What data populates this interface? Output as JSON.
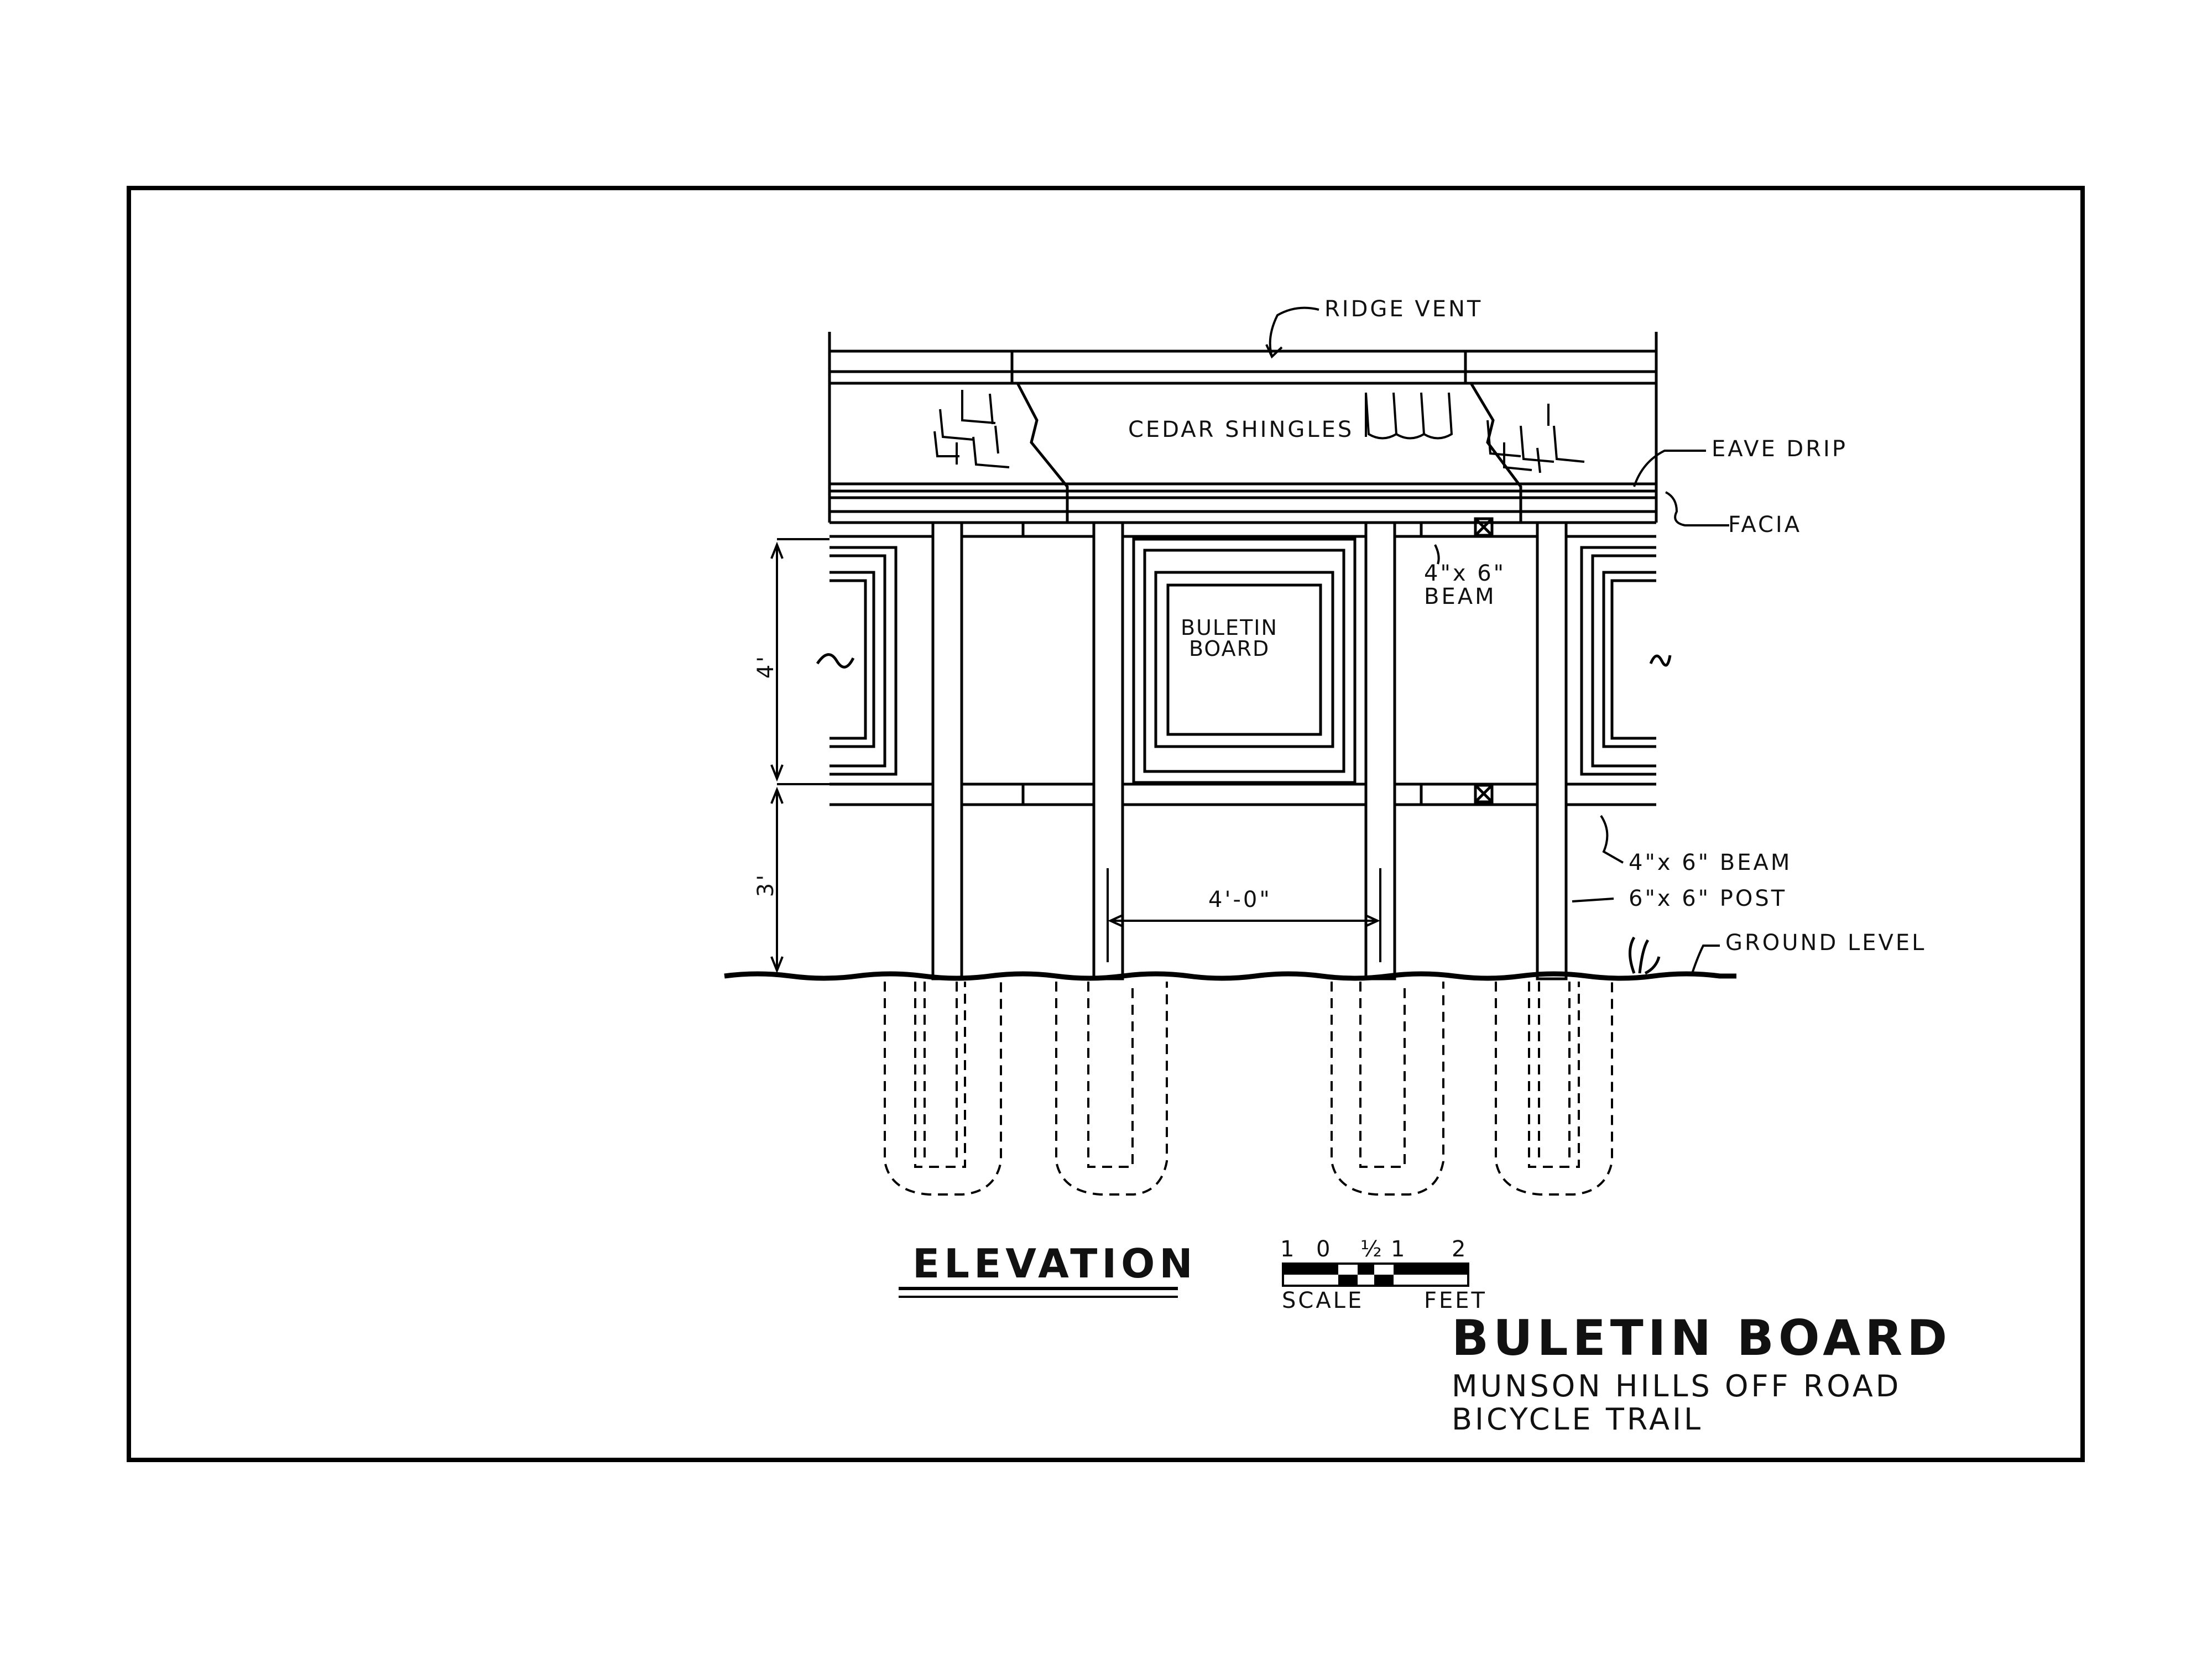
{
  "drawing": {
    "view_title": "ELEVATION",
    "sheet_title": "BULETIN BOARD",
    "subtitle_line1": "MUNSON HILLS OFF ROAD",
    "subtitle_line2": "BICYCLE TRAIL"
  },
  "labels": {
    "ridge_vent": "RIDGE VENT",
    "cedar_shingles": "CEDAR SHINGLES",
    "eave_drip": "EAVE DRIP",
    "facia": "FACIA",
    "beam_upper_line1": "4\"x 6\"",
    "beam_upper_line2": "BEAM",
    "board_line1": "BULETIN",
    "board_line2": "BOARD",
    "beam_lower": "4\"x 6\" BEAM",
    "post": "6\"x 6\" POST",
    "ground_level": "GROUND LEVEL"
  },
  "dimensions": {
    "upper_height": "4'",
    "lower_height": "3'",
    "post_spacing": "4'-0\""
  },
  "scale_bar": {
    "ticks": [
      "1",
      "0",
      "½",
      "1",
      "2"
    ],
    "scale_label": "SCALE",
    "unit_label": "FEET"
  }
}
